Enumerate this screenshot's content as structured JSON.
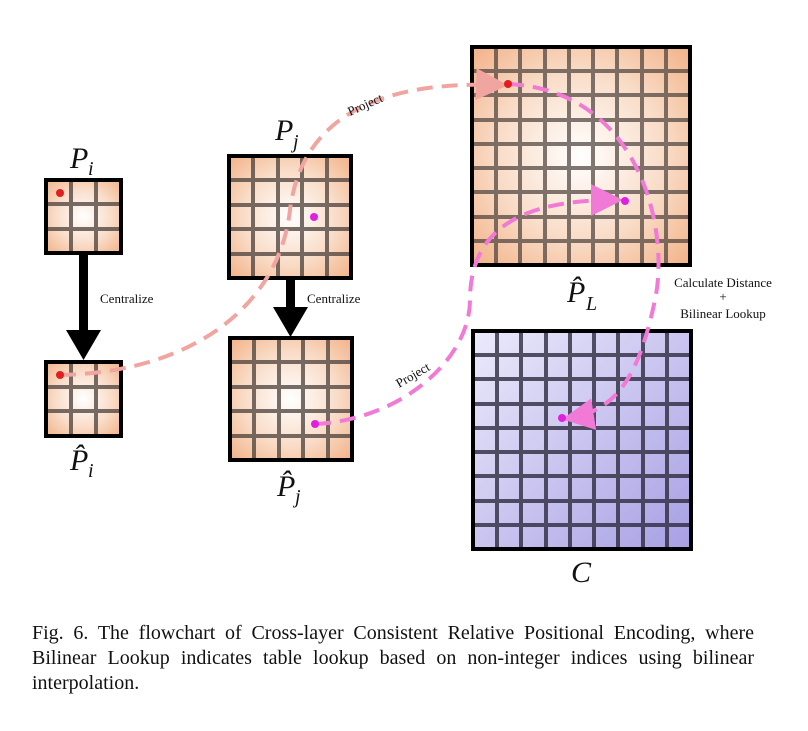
{
  "figure": {
    "labels": {
      "p_i": "P",
      "p_i_sub": "i",
      "p_j": "P",
      "p_j_sub": "j",
      "p_i_hat": "P̂",
      "p_i_hat_sub": "i",
      "p_j_hat": "P̂",
      "p_j_hat_sub": "j",
      "p_L_hat": "P̂",
      "p_L_hat_sub": "L",
      "c": "C"
    },
    "annotations": {
      "centralize_left": "Centralize",
      "centralize_mid": "Centralize",
      "project_top": "Project",
      "project_bottom": "Project",
      "calc_line1": "Calculate Distance",
      "calc_plus": "+",
      "calc_line2": "Bilinear Lookup"
    },
    "colors": {
      "orange_cell": "#f7cfb0",
      "orange_edge": "#f2b288",
      "purple_cell": "#ddd9f6",
      "purple_edge": "#aaa3e6",
      "project_arrow_1": "#f1a5a0",
      "project_arrow_2": "#f07ad6",
      "dot_red": "#e01f1f",
      "dot_magenta": "#e020e0"
    }
  },
  "caption": "Fig. 6.  The flowchart of Cross-layer Consistent Relative Positional Encoding, where Bilinear Lookup indicates table lookup based on non-integer indices using bilinear interpolation."
}
